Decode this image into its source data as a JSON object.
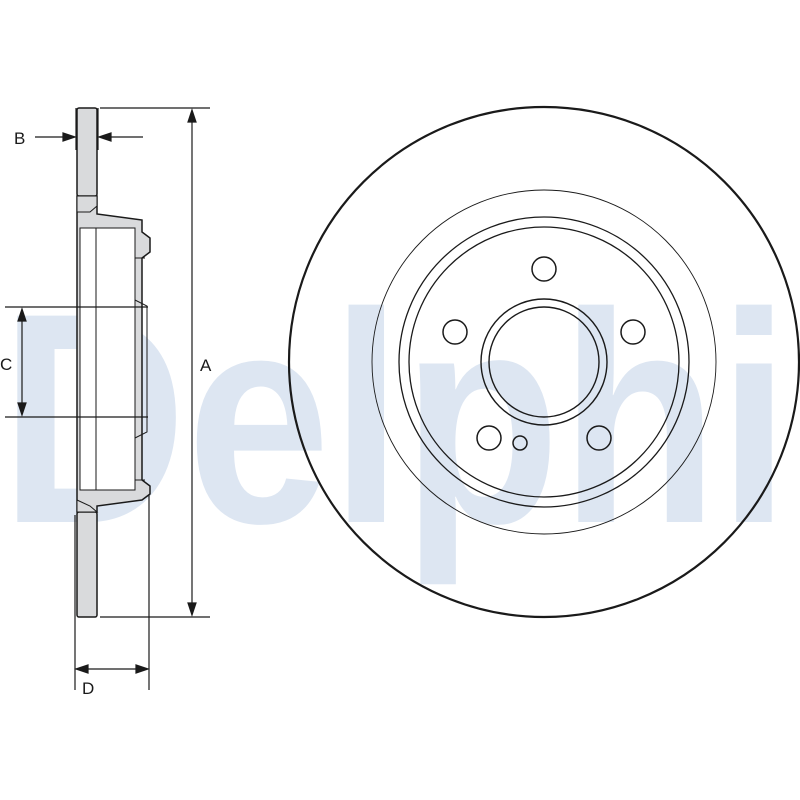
{
  "watermark": {
    "text": "Delphi",
    "color": "#dde6f2"
  },
  "colors": {
    "line": "#1a1a1a",
    "disc_fill": "#ffffff",
    "section_fill": "#d9dadc",
    "section_stroke": "#1a1a1a"
  },
  "dimensions": {
    "A": "A",
    "B": "B",
    "C": "C",
    "D": "D"
  }
}
